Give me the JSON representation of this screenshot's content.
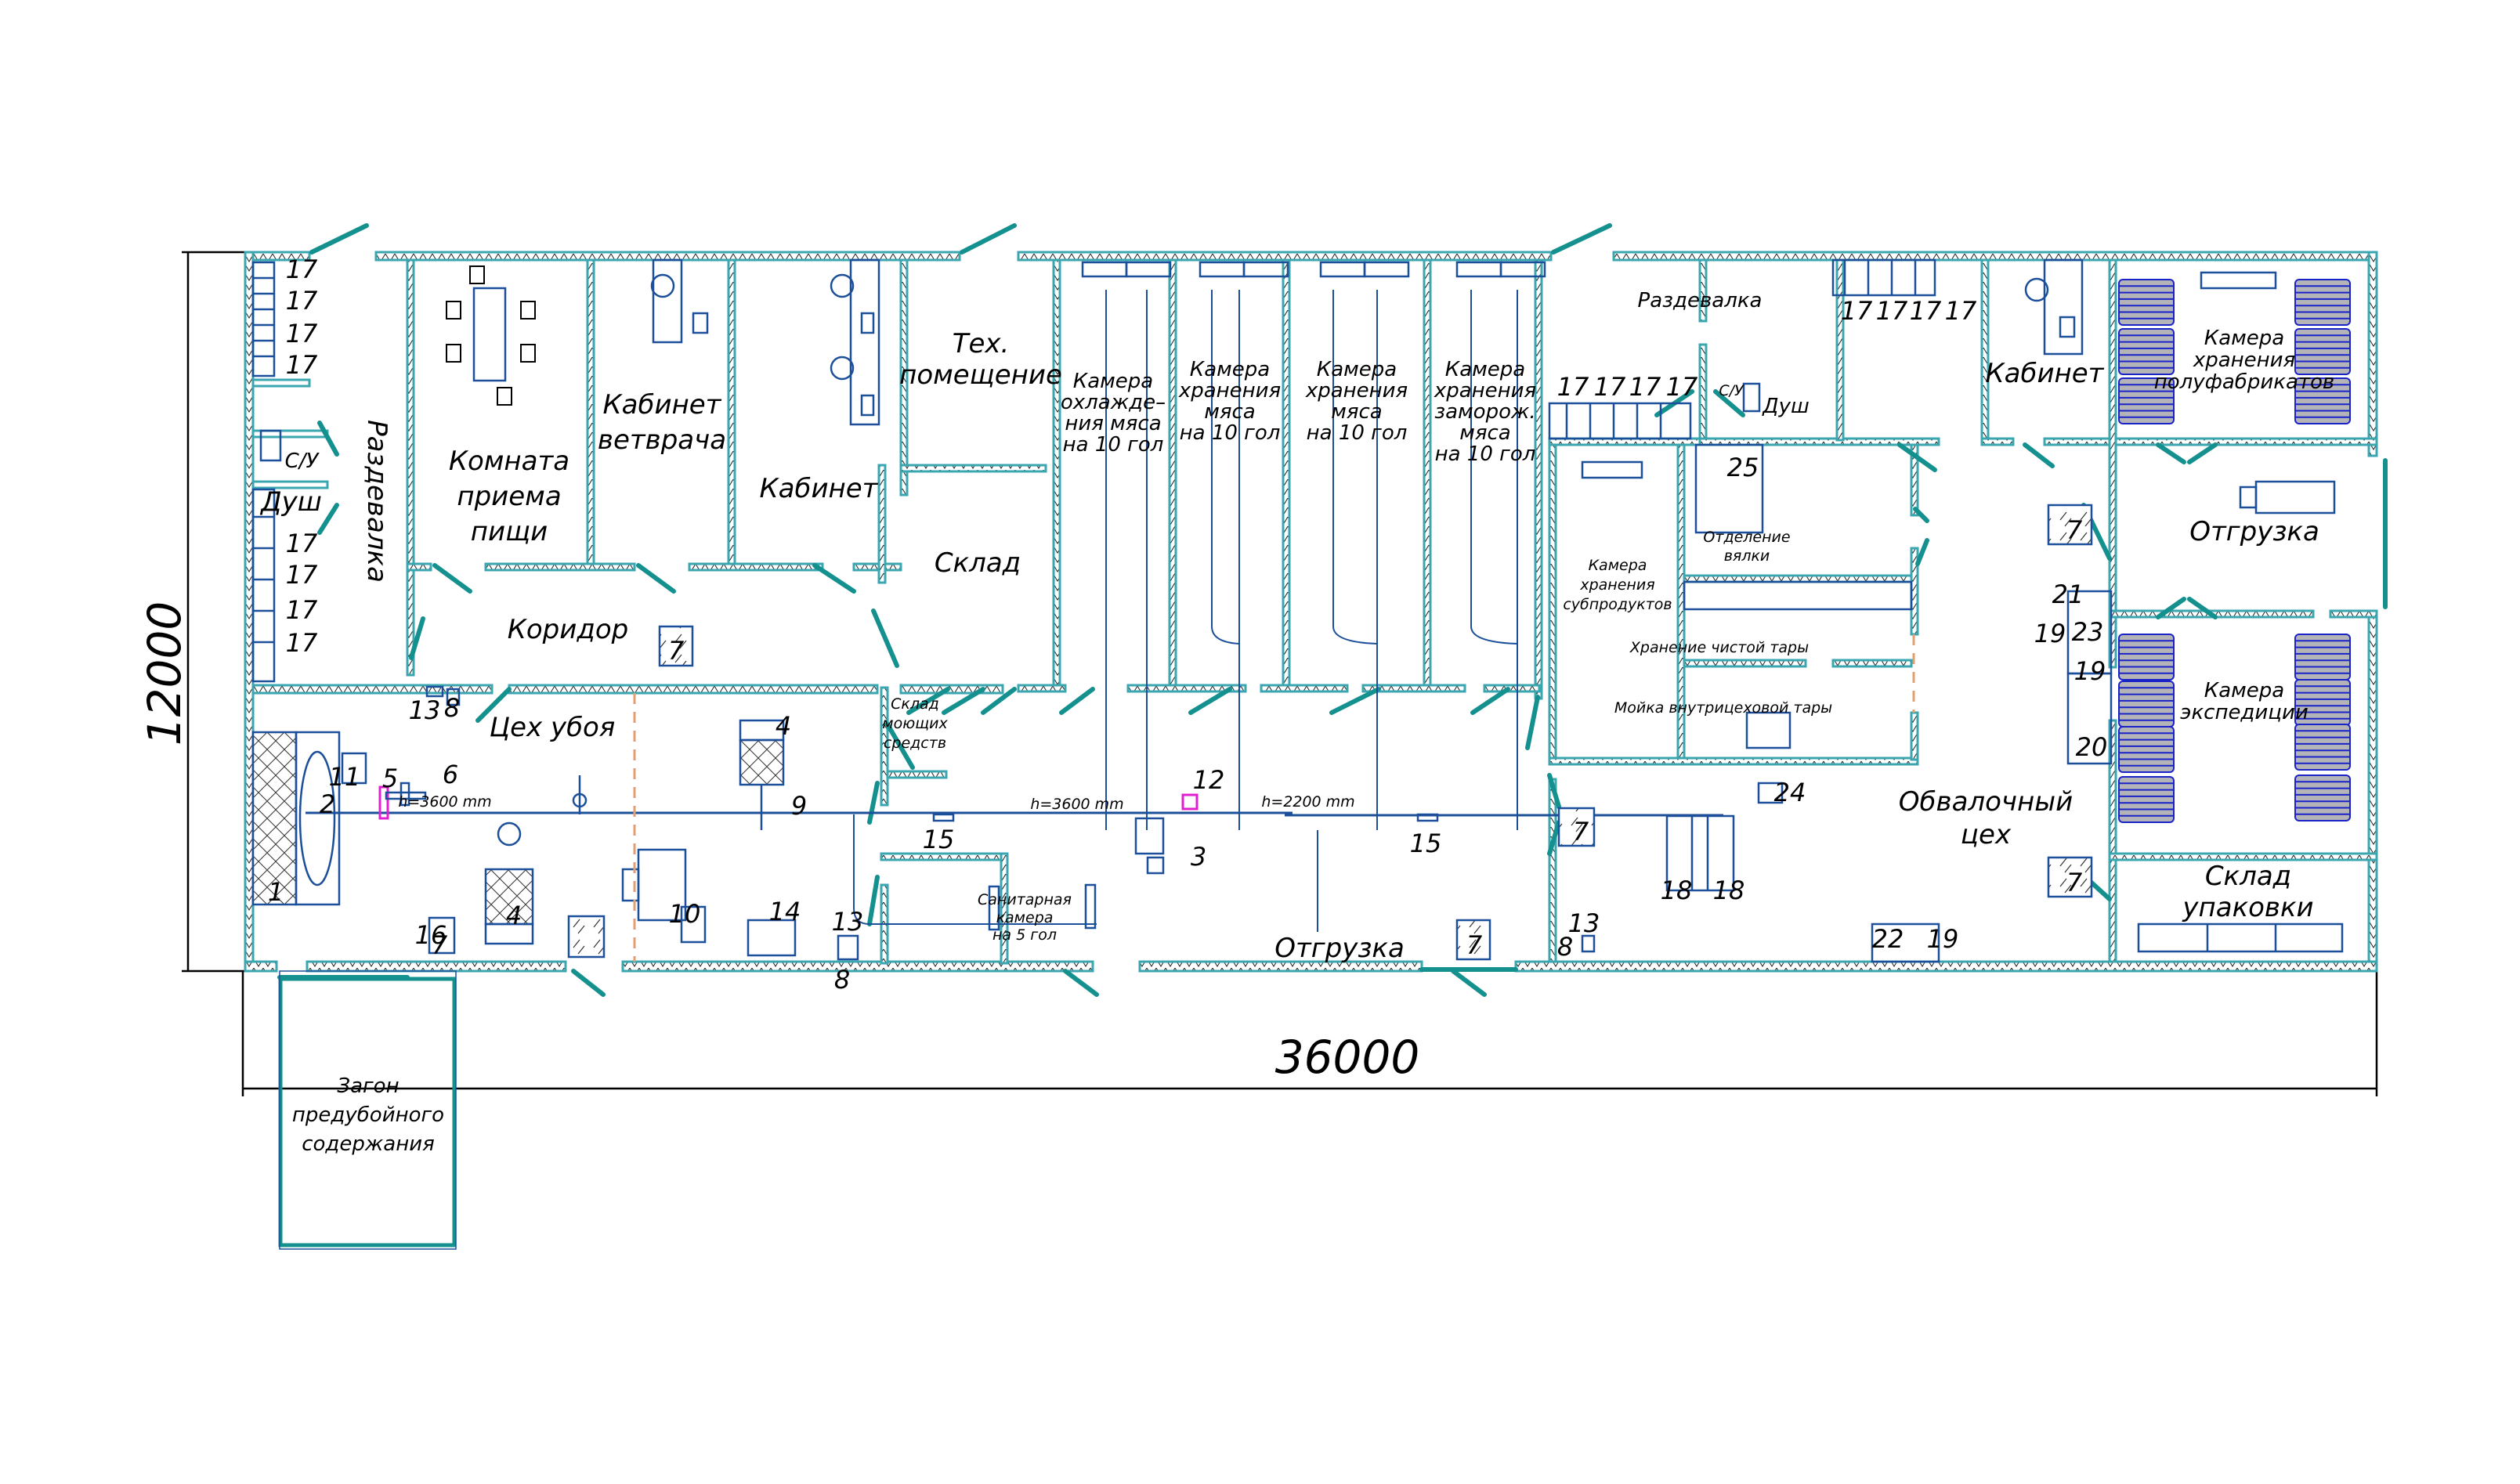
{
  "plan": {
    "dimensions": {
      "width_label": "36000",
      "height_label": "12000"
    },
    "rooms": {
      "razdevalka_left": "Раздевалка",
      "su_left": "С/У",
      "dush_left": "Душ",
      "dining": [
        "Комната",
        "приема",
        "пищи"
      ],
      "vet_office": [
        "Кабинет",
        "ветврача"
      ],
      "office_left": "Кабинет",
      "tech_room": [
        "Тех.",
        "помещение"
      ],
      "sklad": "Склад",
      "corridor": "Коридор",
      "slaughter": "Цех убоя",
      "detergent_store": [
        "Склад",
        "моющих",
        "средств"
      ],
      "sanitary_chamber": [
        "Санитарная",
        "камера",
        "на 5 гол"
      ],
      "cooling_chamber": [
        "Камера",
        "охлажде–",
        "ния  мяса",
        "на 10 гол"
      ],
      "storage_chamber_1": [
        "Камера",
        "хранения",
        "мяса",
        "на 10 гол"
      ],
      "storage_chamber_2": [
        "Камера",
        "хранения",
        "мяса",
        "на 10 гол"
      ],
      "frozen_chamber": [
        "Камера",
        "хранения",
        "заморож.",
        "мяса",
        "на 10 гол"
      ],
      "shipping_center": "Отгрузка",
      "razdevalka_right": "Раздевалка",
      "su_right": "С/У",
      "dush_right": "Душ",
      "office_right": "Кабинет",
      "offal_chamber": [
        "Камера",
        "хранения",
        "субпродуктов"
      ],
      "curing_dept": [
        "Отделение",
        "вялки"
      ],
      "clean_container": "Хранение чистой тары",
      "container_wash": "Мойка внутрицеховой тары",
      "deboning": [
        "Обвалочный",
        "цех"
      ],
      "semi_products_chamber": [
        "Камера",
        "хранения",
        "полуфабрикатов"
      ],
      "shipping_right": "Отгрузка",
      "expedition_chamber": [
        "Камера",
        "экспедиции"
      ],
      "packaging_store": [
        "Склад",
        "упаковки"
      ],
      "pen": [
        "Загон",
        "предубойного",
        "содержания"
      ]
    },
    "rail_heights": {
      "left": "h=3600 mm",
      "middle": "h=3600 mm",
      "right": "h=2200 mm"
    },
    "equipment_numbers": {
      "lockers": "17",
      "n1": "1",
      "n2": "2",
      "n3": "3",
      "n4": "4",
      "n5": "5",
      "n6": "6",
      "n7": "7",
      "n8": "8",
      "n9": "9",
      "n10": "10",
      "n11": "11",
      "n12": "12",
      "n13": "13",
      "n14": "14",
      "n15": "15",
      "n16": "16",
      "n18": "18",
      "n19": "19",
      "n20": "20",
      "n21": "21",
      "n22": "22",
      "n23": "23",
      "n24": "24",
      "n25": "25"
    }
  },
  "colors": {
    "wall": "#3aa6b0",
    "door": "#14918f",
    "equipment": "#1c4f9a",
    "pallet": "#b3b3b8",
    "marker": "#e020d0"
  }
}
